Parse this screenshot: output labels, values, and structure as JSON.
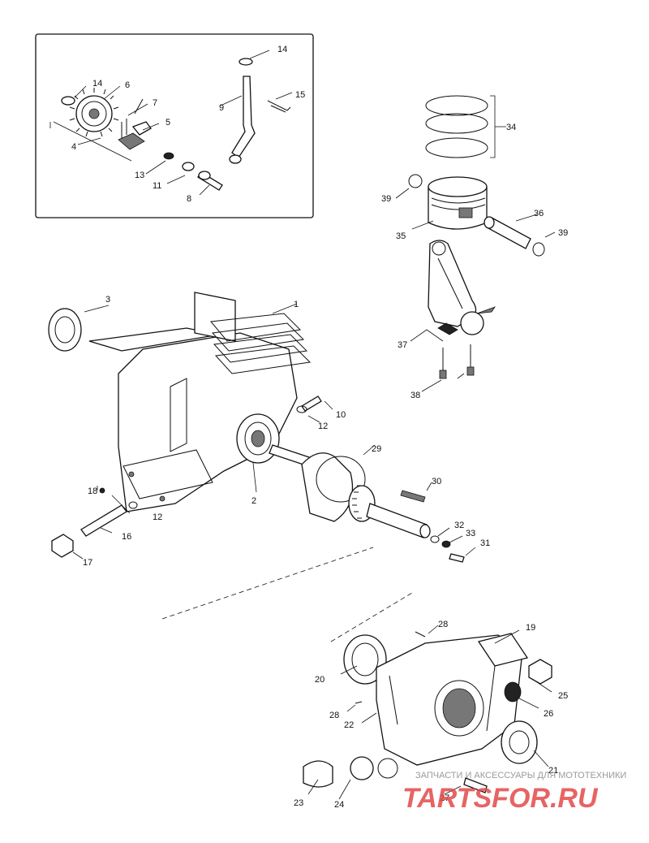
{
  "labels": {
    "p1": "1",
    "p2": "2",
    "p3": "3",
    "p4": "4",
    "p5": "5",
    "p6": "6",
    "p7": "7",
    "p8": "8",
    "p9": "9",
    "p10": "10",
    "p11": "11",
    "p12a": "12",
    "p12b": "12",
    "p13": "13",
    "p14a": "14",
    "p14b": "14",
    "p15": "15",
    "p16": "16",
    "p17": "17",
    "p18": "18",
    "p19": "19",
    "p20": "20",
    "p21": "21",
    "p22": "22",
    "p23": "23",
    "p24": "24",
    "p25": "25",
    "p26": "26",
    "p27": "27",
    "p28a": "28",
    "p28b": "28",
    "p29": "29",
    "p30": "30",
    "p31": "31",
    "p32": "32",
    "p33": "33",
    "p34": "34",
    "p35": "35",
    "p36": "36",
    "p37": "37",
    "p38": "38",
    "p39a": "39",
    "p39b": "39"
  },
  "watermark": {
    "caption": "ЗАПЧАСТИ И АКСЕССУАРЫ ДЛЯ МОТОТЕХНИКИ",
    "logo": "TARTSFOR.RU"
  },
  "colors": {
    "line": "#111111",
    "watermark_red": "#e34a4a",
    "watermark_gray": "#9a9a9a"
  }
}
